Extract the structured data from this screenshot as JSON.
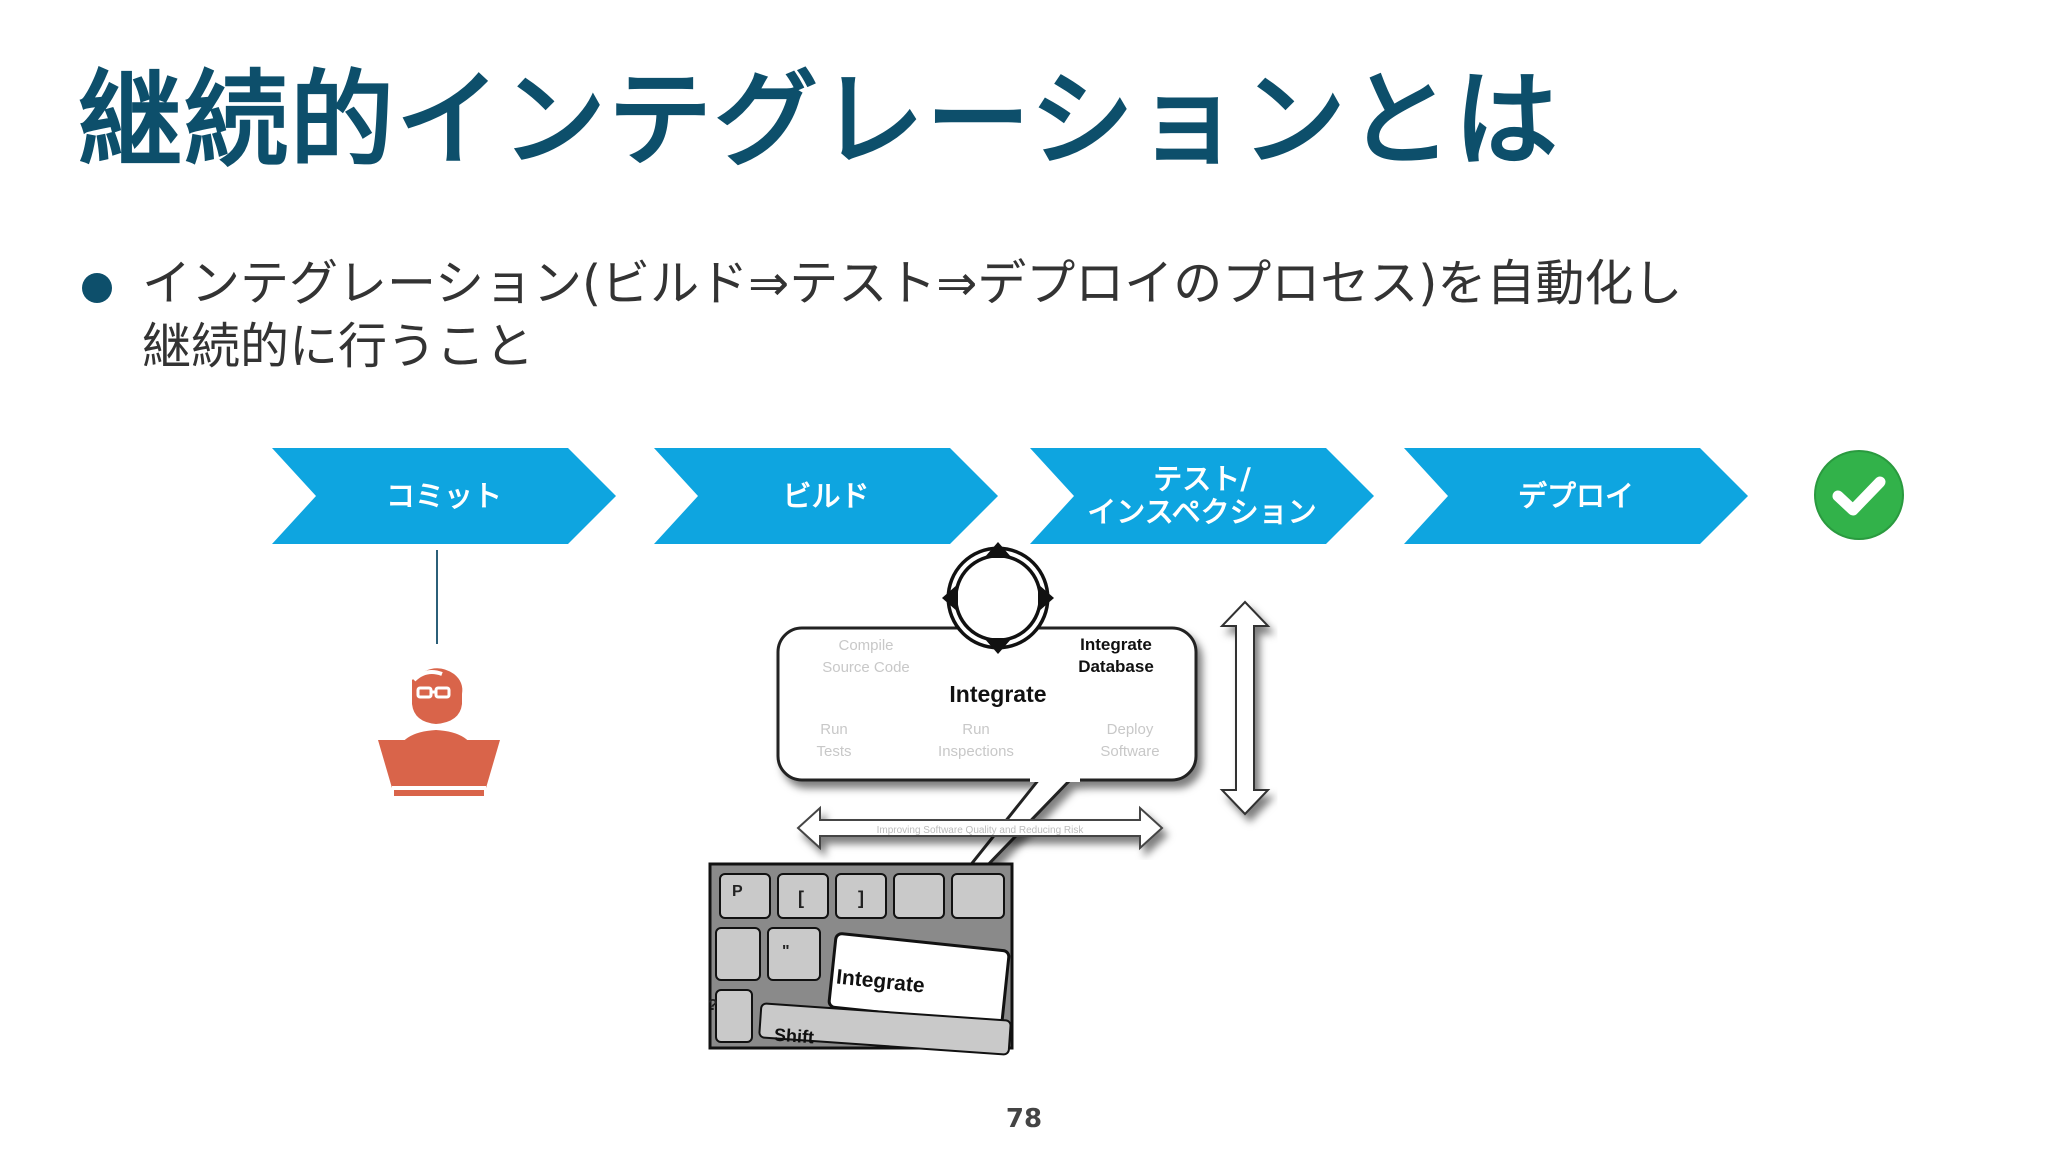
{
  "slide": {
    "title": "継続的インテグレーションとは",
    "bullet": {
      "line1": "インテグレーション(ビルド⇒テスト⇒デプロイのプロセス)を自動化し",
      "line2": "継続的に行うこと"
    },
    "page_number": "78"
  },
  "pipeline": {
    "steps": [
      {
        "label": "コミット"
      },
      {
        "label": "ビルド"
      },
      {
        "label_line1": "テスト/",
        "label_line2": "インスペクション"
      },
      {
        "label": "デプロイ"
      }
    ],
    "done_icon": "check-circle-icon",
    "colors": {
      "chevron": "#0ea5e0",
      "check": "#32b24a",
      "title": "#0d4f6b",
      "person": "#d9644a"
    }
  },
  "figure": {
    "center_label": "Integrate",
    "database_label_line1": "Integrate",
    "database_label_line2": "Database",
    "faded": {
      "compile_line1": "Compile",
      "compile_line2": "Source Code",
      "tests_line1": "Run",
      "tests_line2": "Tests",
      "inspections_line1": "Run",
      "inspections_line2": "Inspections",
      "deploy_line1": "Deploy",
      "deploy_line2": "Software",
      "arrow_caption": "Improving Software Quality and Reducing Risk"
    },
    "key_label": "Integrate",
    "shift_label": "Shift",
    "keys": {
      "p": "P",
      "bracket_open": "[",
      "bracket_close": "]",
      "quote": "\"",
      "question": "?"
    }
  }
}
